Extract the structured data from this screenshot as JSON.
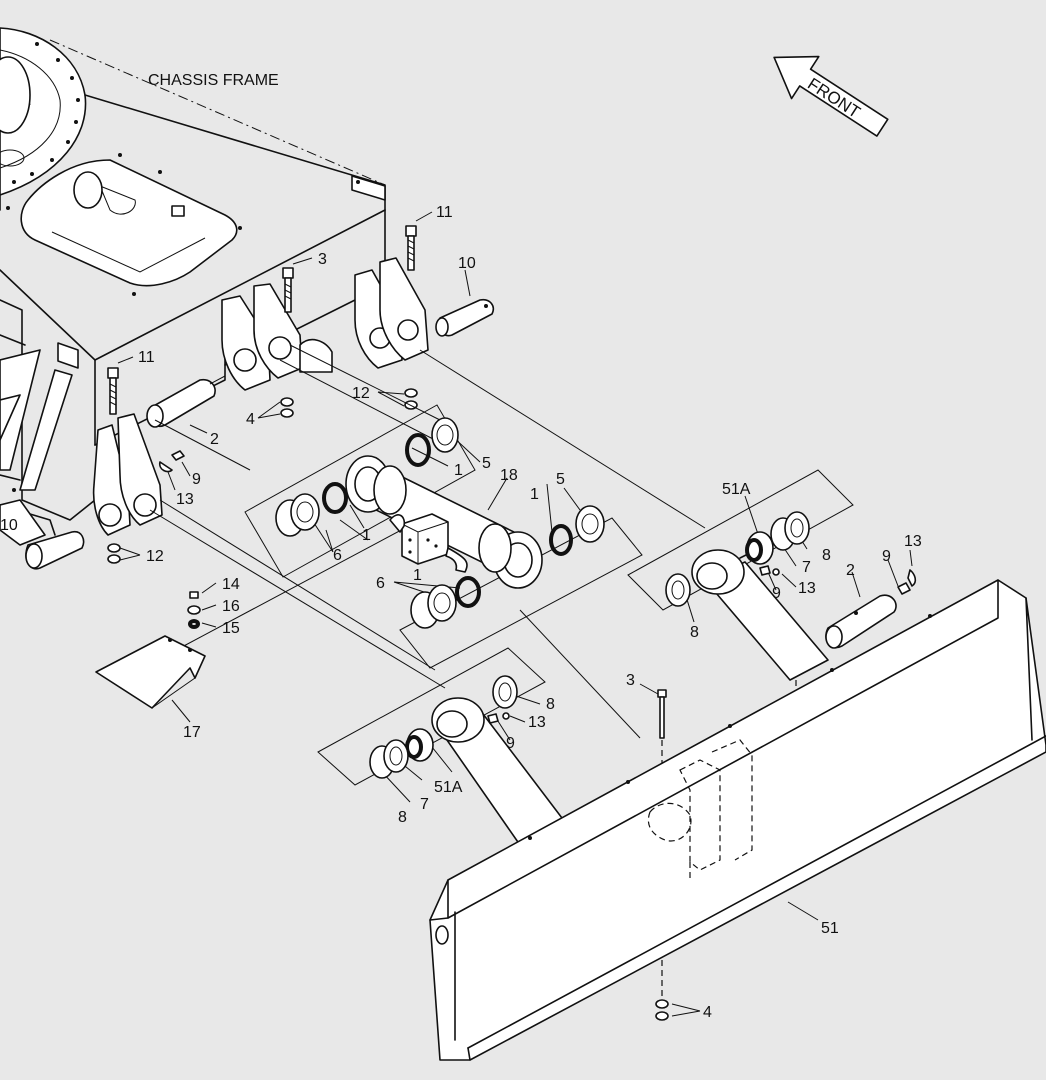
{
  "title": "CHASSIS FRAME",
  "direction_label": "FRONT",
  "callouts": [
    {
      "id": "c11a",
      "text": "11"
    },
    {
      "id": "c3a",
      "text": "3"
    },
    {
      "id": "c10a",
      "text": "10"
    },
    {
      "id": "c11b",
      "text": "11"
    },
    {
      "id": "c12a",
      "text": "12"
    },
    {
      "id": "c4a",
      "text": "4"
    },
    {
      "id": "c2a",
      "text": "2"
    },
    {
      "id": "c9a",
      "text": "9"
    },
    {
      "id": "c13a",
      "text": "13"
    },
    {
      "id": "c10b",
      "text": "10"
    },
    {
      "id": "c12b",
      "text": "12"
    },
    {
      "id": "c1a",
      "text": "1"
    },
    {
      "id": "c5a",
      "text": "5"
    },
    {
      "id": "c18",
      "text": "18"
    },
    {
      "id": "c1b",
      "text": "1"
    },
    {
      "id": "c5b",
      "text": "5"
    },
    {
      "id": "c1c",
      "text": "1"
    },
    {
      "id": "c6a",
      "text": "6"
    },
    {
      "id": "c1d",
      "text": "1"
    },
    {
      "id": "c6b",
      "text": "6"
    },
    {
      "id": "c14",
      "text": "14"
    },
    {
      "id": "c16",
      "text": "16"
    },
    {
      "id": "c15",
      "text": "15"
    },
    {
      "id": "c17",
      "text": "17"
    },
    {
      "id": "c51Aa",
      "text": "51A"
    },
    {
      "id": "c8a",
      "text": "8"
    },
    {
      "id": "c7a",
      "text": "7"
    },
    {
      "id": "c9b",
      "text": "9"
    },
    {
      "id": "c13b",
      "text": "13"
    },
    {
      "id": "c13c",
      "text": "13"
    },
    {
      "id": "c9c",
      "text": "9"
    },
    {
      "id": "c2b",
      "text": "2"
    },
    {
      "id": "c8b",
      "text": "8"
    },
    {
      "id": "c3b",
      "text": "3"
    },
    {
      "id": "c8c",
      "text": "8"
    },
    {
      "id": "c13d",
      "text": "13"
    },
    {
      "id": "c9d",
      "text": "9"
    },
    {
      "id": "c8d",
      "text": "8"
    },
    {
      "id": "c7b",
      "text": "7"
    },
    {
      "id": "c51Ab",
      "text": "51A"
    },
    {
      "id": "c51",
      "text": "51"
    },
    {
      "id": "c4b",
      "text": "4"
    }
  ]
}
